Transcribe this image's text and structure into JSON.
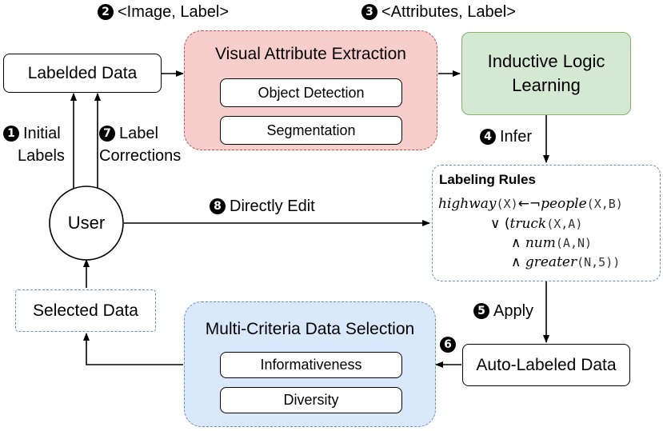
{
  "steps": {
    "s2": {
      "num": "2",
      "label": "<Image, Label>"
    },
    "s3": {
      "num": "3",
      "label": "<Attributes, Label>"
    },
    "s1": {
      "num": "1",
      "line1": "Initial",
      "line2": "Labels"
    },
    "s7": {
      "num": "7",
      "line1": "Label",
      "line2": "Corrections"
    },
    "s4": {
      "num": "4",
      "label": "Infer"
    },
    "s8": {
      "num": "8",
      "label": "Directly Edit"
    },
    "s5": {
      "num": "5",
      "label": "Apply"
    },
    "s6": {
      "num": "6"
    }
  },
  "nodes": {
    "labeled_data": "Labelded Data",
    "visual_extraction": {
      "title": "Visual Attribute Extraction",
      "items": [
        "Object Detection",
        "Segmentation"
      ]
    },
    "ilp": {
      "line1": "Inductive Logic",
      "line2": "Learning"
    },
    "labeling_rules": {
      "title": "Labeling Rules",
      "rule": {
        "head": "highway",
        "head_args": "(X)",
        "implies": "←¬",
        "p1": "people",
        "p1_args": "(X,B)",
        "or": "∨ (",
        "p2": "truck",
        "p2_args": "(X,A)",
        "and1": "∧ ",
        "p3": "num",
        "p3_args": "(A,N)",
        "and2": "∧ ",
        "p4": "greater",
        "p4_args": "(N,5))"
      }
    },
    "user": "User",
    "selected_data": "Selected Data",
    "multi_criteria": {
      "title": "Multi-Criteria Data Selection",
      "items": [
        "Informativeness",
        "Diversity"
      ]
    },
    "auto_labeled": "Auto-Labeled Data"
  }
}
